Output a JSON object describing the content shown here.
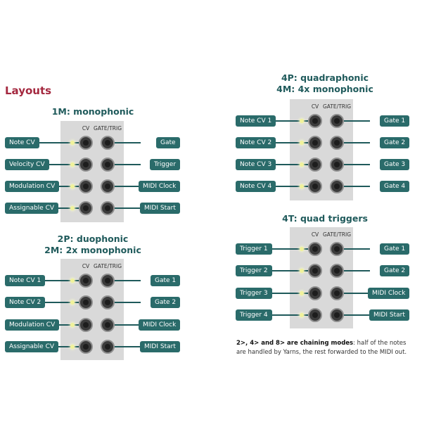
{
  "page_title": "Layouts",
  "column_headers": {
    "cv": "CV",
    "gate": "GATE/TRIG"
  },
  "sections": {
    "s1": {
      "title_line1": "1M: monophonic",
      "left": [
        "Note CV",
        "Velocity CV",
        "Modulation CV",
        "Assignable CV"
      ],
      "right": [
        "Gate",
        "Trigger",
        "MIDI Clock",
        "MIDI Start"
      ]
    },
    "s2": {
      "title_line1": "2P: duophonic",
      "title_line2": "2M: 2x monophonic",
      "left": [
        "Note CV 1",
        "Note CV 2",
        "Modulation CV",
        "Assignable CV"
      ],
      "right": [
        "Gate 1",
        "Gate 2",
        "MIDI Clock",
        "MIDI Start"
      ]
    },
    "s3": {
      "title_line1": "4P: quadraphonic",
      "title_line2": "4M: 4x monophonic",
      "left": [
        "Note CV 1",
        "Note CV 2",
        "Note CV 3",
        "Note CV 4"
      ],
      "right": [
        "Gate 1",
        "Gate 2",
        "Gate 3",
        "Gate 4"
      ]
    },
    "s4": {
      "title_line1": "4T: quad triggers",
      "left": [
        "Trigger 1",
        "Trigger 2",
        "Trigger 3",
        "Trigger 4"
      ],
      "right": [
        "Gate 1",
        "Gate 2",
        "MIDI Clock",
        "MIDI Start"
      ]
    }
  },
  "note": {
    "bold": "2>, 4> and 8> are chaining modes",
    "text": ": half of the notes are handled by Yarns, the rest forwarded to the MIDI out."
  },
  "colors": {
    "title": "#a4283f",
    "teal": "#2a6b6a",
    "panel": "#d9d9d9",
    "led": "#f0f29a"
  }
}
